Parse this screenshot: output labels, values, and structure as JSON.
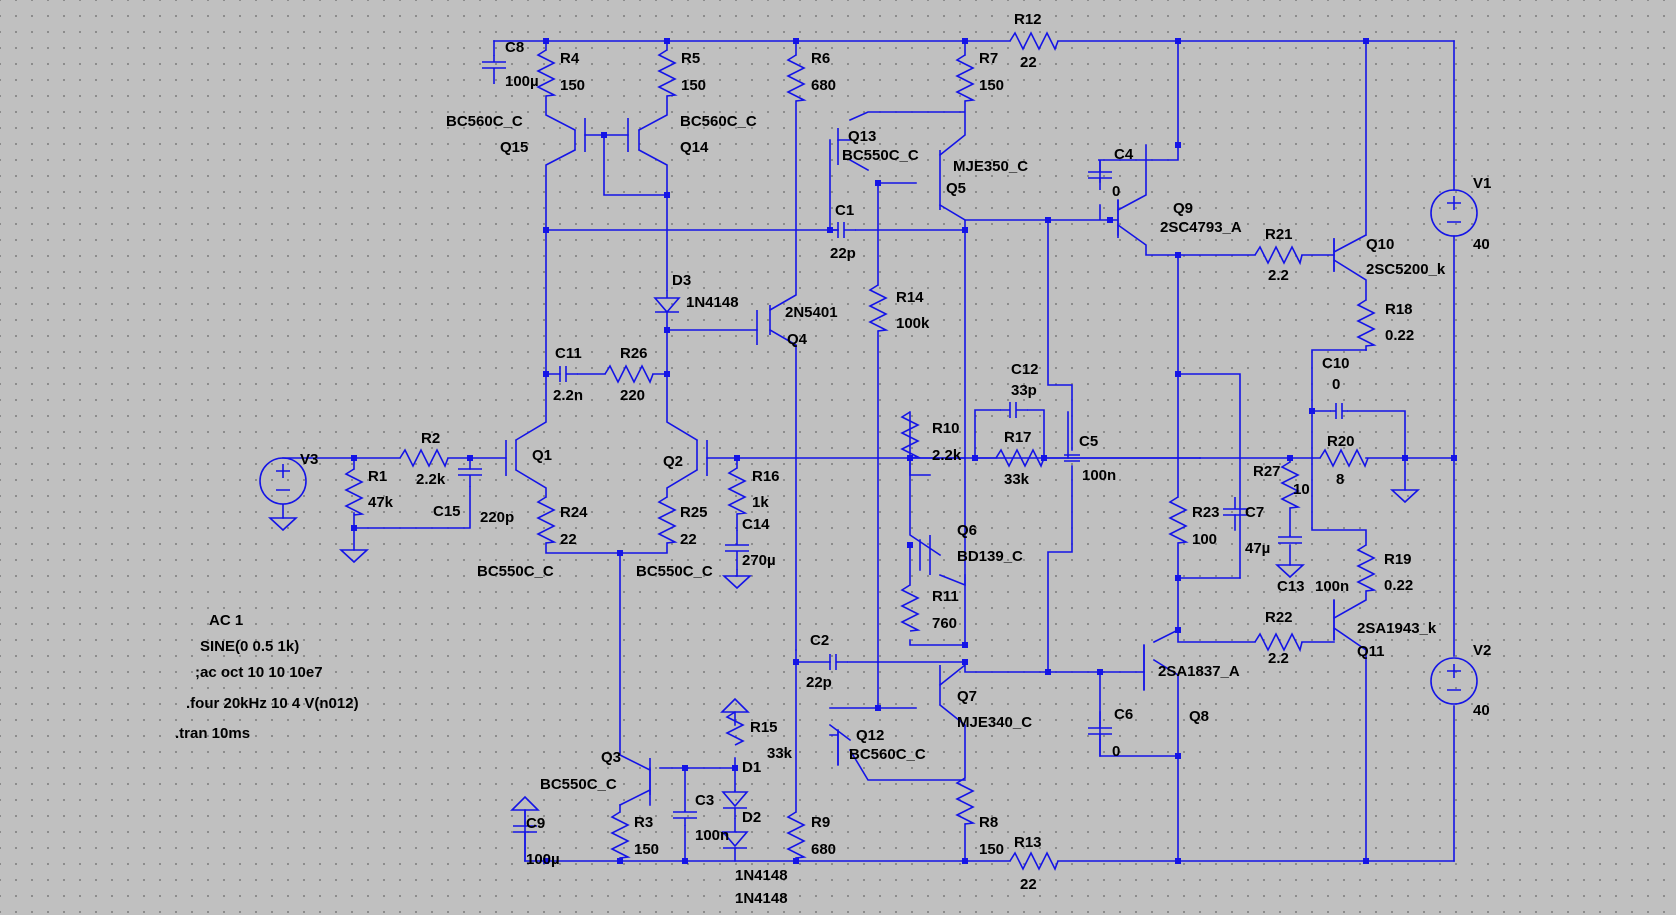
{
  "labels": {
    "C8": "C8",
    "C8v": "100µ",
    "R4": "R4",
    "R4v": "150",
    "R5": "R5",
    "R5v": "150",
    "R6": "R6",
    "R6v": "680",
    "R7": "R7",
    "R7v": "150",
    "R12": "R12",
    "R12v": "22",
    "Q15t": "BC560C_C",
    "Q15": "Q15",
    "Q14t": "BC560C_C",
    "Q14": "Q14",
    "Q13": "Q13",
    "Q13t": "BC550C_C",
    "Q5t": "MJE350_C",
    "Q5": "Q5",
    "C4": "C4",
    "C4v": "0",
    "Q9": "Q9",
    "Q9t": "2SC4793_A",
    "R21": "R21",
    "R21v": "2.2",
    "Q10": "Q10",
    "Q10t": "2SC5200_k",
    "V1": "V1",
    "V1v": "40",
    "C1": "C1",
    "C1v": "22p",
    "D3": "D3",
    "D3t": "1N4148",
    "Q4t": "2N5401",
    "Q4": "Q4",
    "R14": "R14",
    "R14v": "100k",
    "R18": "R18",
    "R18v": "0.22",
    "C11": "C11",
    "C11v": "2.2n",
    "R26": "R26",
    "R26v": "220",
    "C12": "C12",
    "C12v": "33p",
    "C10": "C10",
    "C10v": "0",
    "R10": "R10",
    "R10v": "2.2k",
    "R17": "R17",
    "R17v": "33k",
    "C5": "C5",
    "C5v": "100n",
    "R20": "R20",
    "R20v": "8",
    "V3": "V3",
    "R2": "R2",
    "R2v": "2.2k",
    "Q1": "Q1",
    "Q2": "Q2",
    "R16": "R16",
    "R16v": "1k",
    "R27": "R27",
    "R27v": "10",
    "R1": "R1",
    "R1v": "47k",
    "C15": "C15",
    "C15v": "220p",
    "R24": "R24",
    "R24v": "22",
    "R25": "R25",
    "R25v": "22",
    "C14": "C14",
    "C14v": "270µ",
    "Q6": "Q6",
    "Q6t": "BD139_C",
    "R23": "R23",
    "R23v": "100",
    "C7": "C7",
    "C7v": "47µ",
    "Q1t": "BC550C_C",
    "Q2t": "BC550C_C",
    "R19": "R19",
    "R19v": "0.22",
    "C13": "C13",
    "C13v": "100n",
    "R11": "R11",
    "R11v": "760",
    "R22": "R22",
    "R22v": "2.2",
    "Q11t": "2SA1943_k",
    "Q11": "Q11",
    "V2": "V2",
    "V2v": "40",
    "C2": "C2",
    "C2v": "22p",
    "Q8t": "2SA1837_A",
    "Q7": "Q7",
    "Q7t": "MJE340_C",
    "C6": "C6",
    "C6v": "0",
    "Q8": "Q8",
    "Q12": "Q12",
    "Q12t": "BC560C_C",
    "R15": "R15",
    "R15v": "33k",
    "D1": "D1",
    "Q3": "Q3",
    "Q3t": "BC550C_C",
    "C3": "C3",
    "C3v": "100n",
    "D2": "D2",
    "C9": "C9",
    "C9v": "100µ",
    "R3": "R3",
    "R3v": "150",
    "R9": "R9",
    "R9v": "680",
    "R8": "R8",
    "R8v": "150",
    "R13": "R13",
    "R13v": "22",
    "D1t": "1N4148",
    "D2t": "1N4148"
  },
  "directives": {
    "d1": "AC 1",
    "d2": "SINE(0 0.5 1k)",
    "d3": ";ac oct 10 10 10e7",
    "d4": ".four 20kHz 10 4 V(n012)",
    "d5": ".tran 10ms"
  },
  "colors": {
    "wire": "#1414e6",
    "background": "#c0c0c0",
    "text": "#000000"
  }
}
